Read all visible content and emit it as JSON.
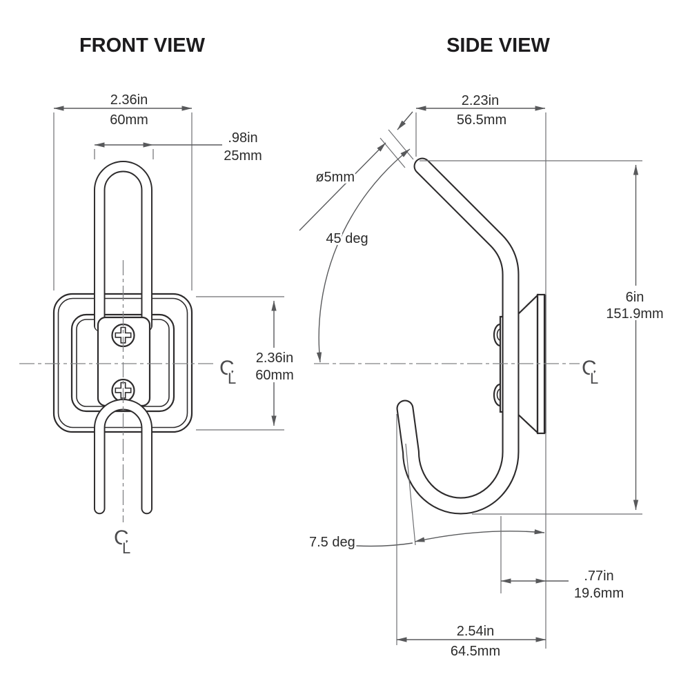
{
  "titles": {
    "front": "FRONT VIEW",
    "side": "SIDE VIEW"
  },
  "front_view": {
    "overall_width": {
      "in": "2.36in",
      "mm": "60mm"
    },
    "hook_width": {
      "in": ".98in",
      "mm": "25mm"
    },
    "plate_height": {
      "in": "2.36in",
      "mm": "60mm"
    }
  },
  "side_view": {
    "depth": {
      "in": "2.23in",
      "mm": "56.5mm"
    },
    "overall_height": {
      "in": "6in",
      "mm": "151.9mm"
    },
    "tube_diameter": "ø5mm",
    "upper_arm_angle": "45 deg",
    "lower_hook_angle": "7.5 deg",
    "hook_offset": {
      "in": ".77in",
      "mm": "19.6mm"
    },
    "hook_depth": {
      "in": "2.54in",
      "mm": "64.5mm"
    }
  },
  "symbols": {
    "centerline_c": "C",
    "centerline_l": "L"
  },
  "colors": {
    "outline": "#2d2b2c",
    "dimension": "#58595b",
    "centerline": "#808285",
    "text": "#2b2b2b",
    "background": "#ffffff"
  }
}
